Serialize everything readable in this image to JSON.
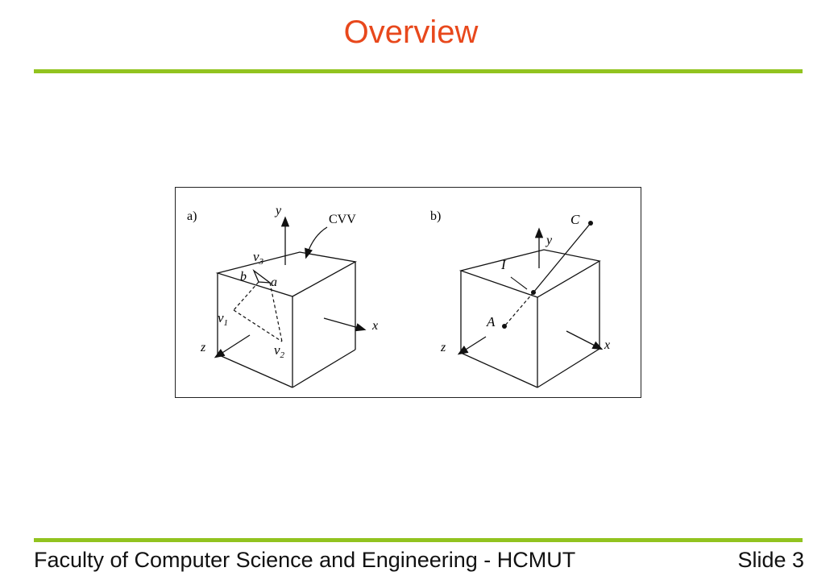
{
  "slide": {
    "title": "Overview",
    "footer_left": "Faculty of Computer Science and Engineering - HCMUT",
    "footer_right": "Slide 3",
    "accent_color": "#e8481c",
    "rule_color": "#92c31f"
  },
  "figure": {
    "panel_a": {
      "label": "a)",
      "cvv_label": "CVV",
      "axis_y": "y",
      "axis_x": "x",
      "axis_z": "z",
      "v1": "v",
      "v1_sub": "1",
      "v2": "v",
      "v2_sub": "2",
      "v3": "v",
      "v3_sub": "3",
      "a": "a",
      "b": "b"
    },
    "panel_b": {
      "label": "b)",
      "axis_y": "y",
      "axis_x": "x",
      "axis_z": "z",
      "point_c": "C",
      "point_i": "I",
      "point_a": "A"
    }
  }
}
